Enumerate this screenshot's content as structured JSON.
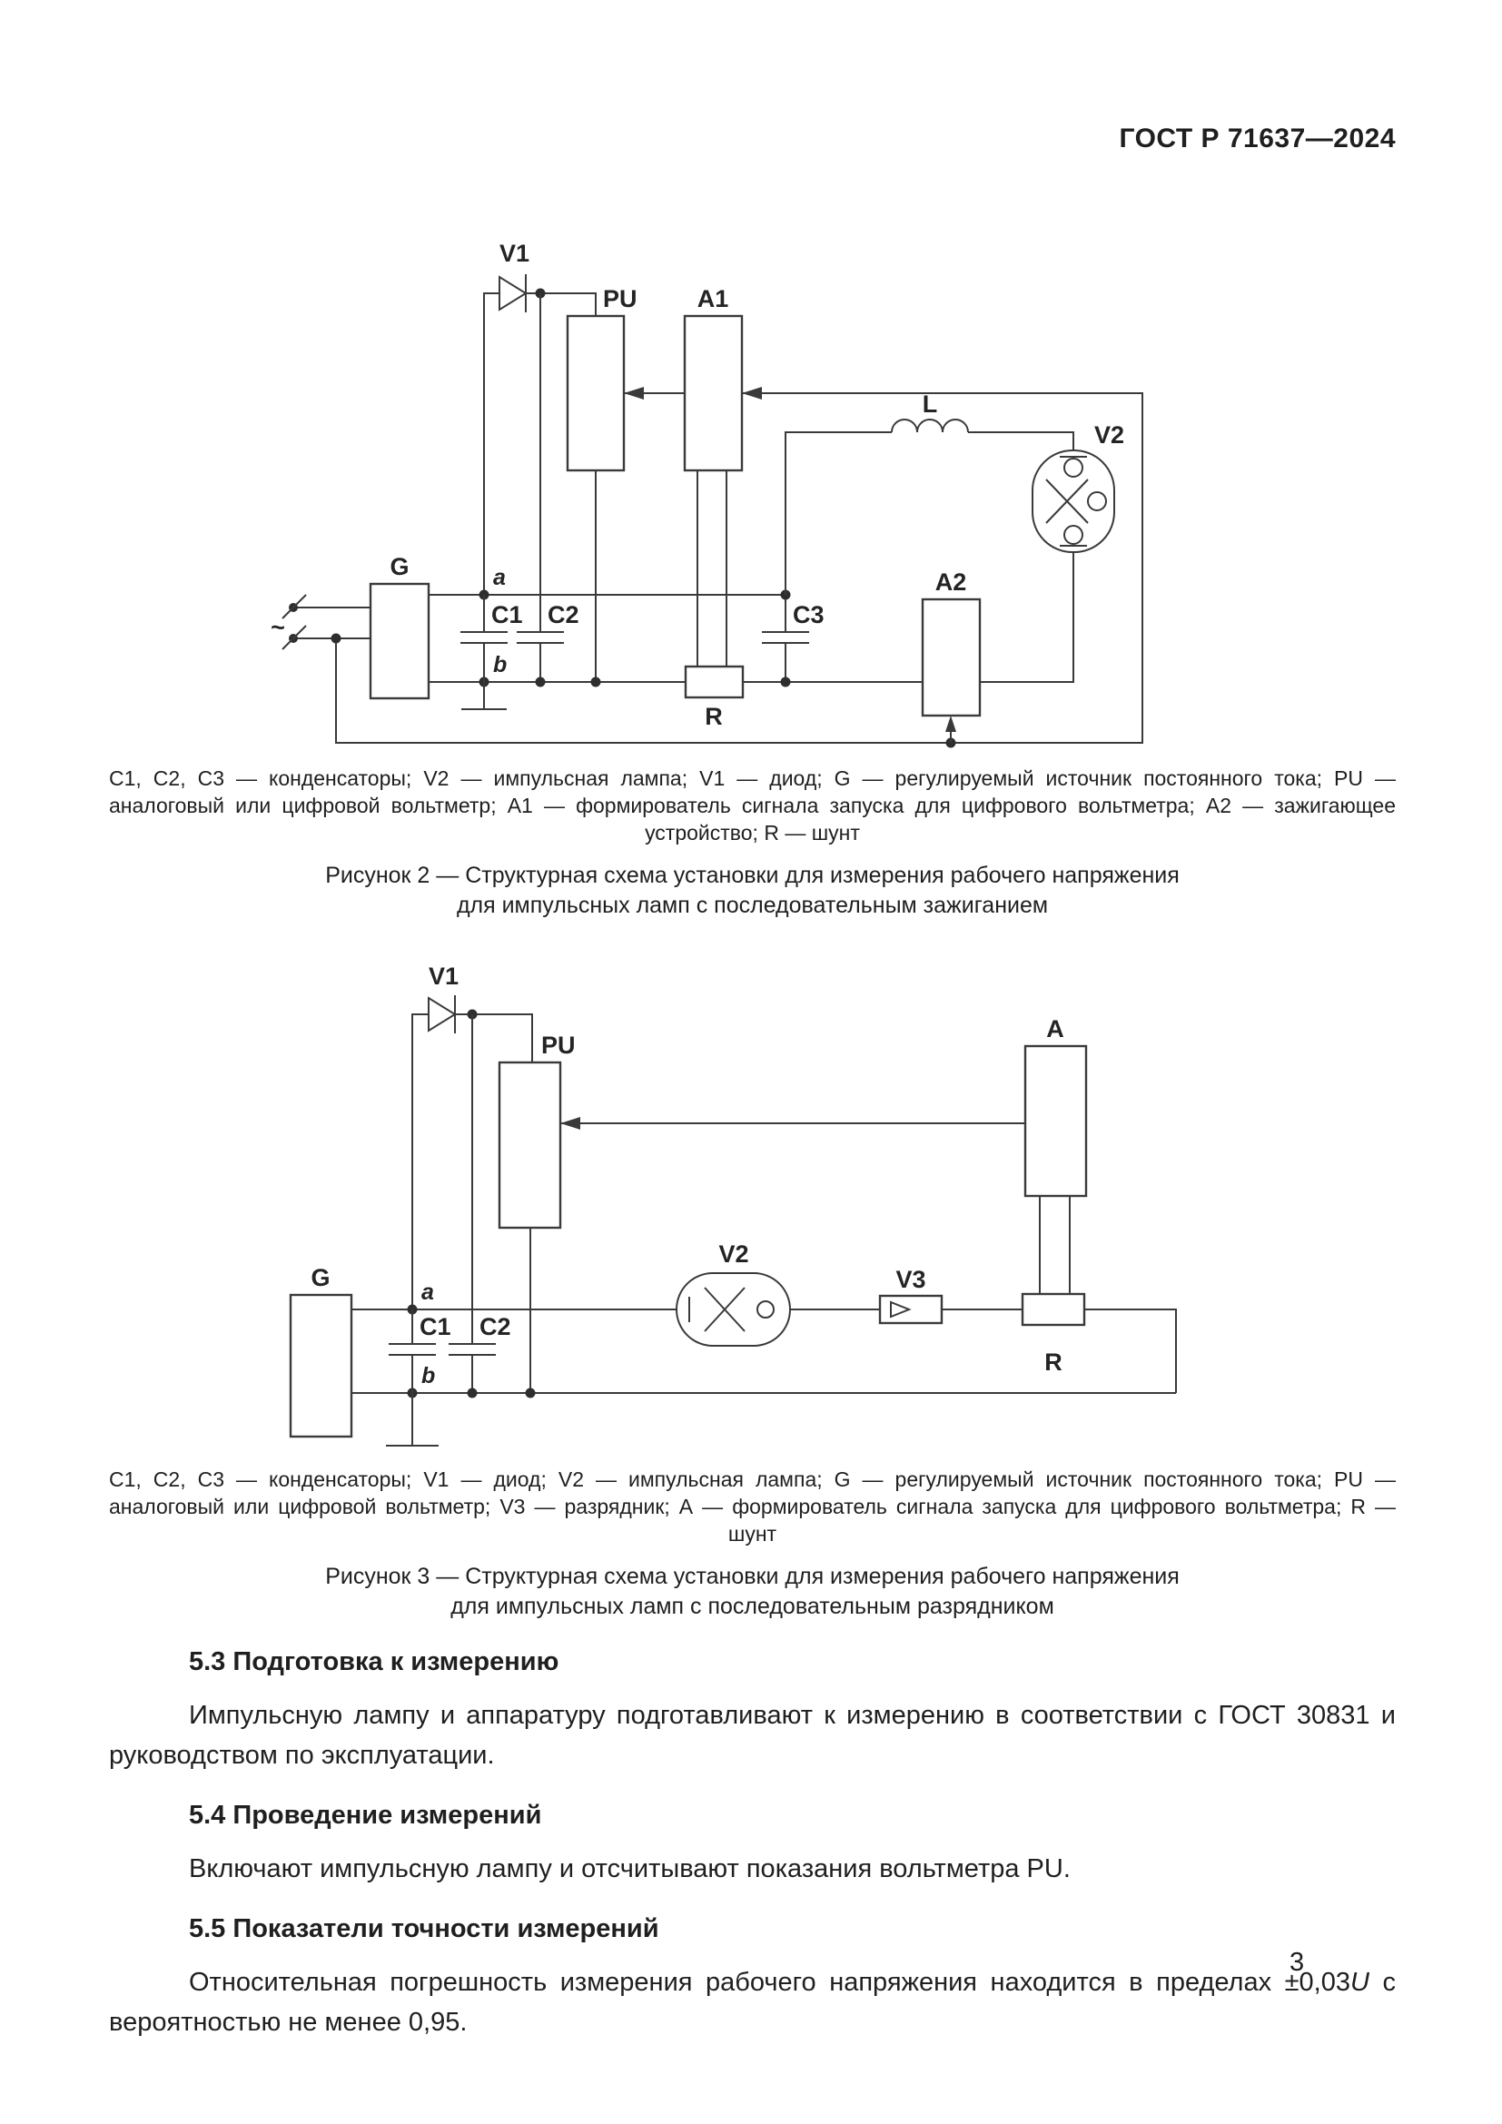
{
  "header": {
    "doc_number": "ГОСТ Р 71637—2024"
  },
  "figure2": {
    "labels": {
      "v1": "V1",
      "pu": "PU",
      "a1": "A1",
      "l": "L",
      "v2": "V2",
      "g": "G",
      "c1": "C1",
      "c2": "C2",
      "c3": "C3",
      "a2": "A2",
      "r": "R",
      "node_a": "a",
      "node_b": "b",
      "ac": "~"
    },
    "caption": "С1, С2, С3 — конденсаторы; V2 — импульсная лампа; V1 — диод; G — регулируемый источник постоянного тока; PU — аналоговый или цифровой вольтметр; А1 — формирователь сигнала запуска для цифрового вольтметра; А2 — зажигающее устройство; R — шунт",
    "title_line1": "Рисунок 2 — Структурная схема установки для измерения рабочего напряжения",
    "title_line2": "для импульсных ламп с последовательным зажиганием"
  },
  "figure3": {
    "labels": {
      "v1": "V1",
      "pu": "PU",
      "a": "A",
      "v2": "V2",
      "v3": "V3",
      "g": "G",
      "c1": "C1",
      "c2": "C2",
      "r": "R",
      "node_a": "a",
      "node_b": "b"
    },
    "caption": "С1, С2, С3 — конденсаторы; V1 — диод; V2 — импульсная лампа; G — регулируемый источник постоянного тока; PU — аналоговый или цифровой вольтметр; V3 — разрядник; А — формирователь сигнала запуска для цифрового вольтметра; R — шунт",
    "title_line1": "Рисунок 3 — Структурная схема установки для измерения рабочего напряжения",
    "title_line2": "для импульсных ламп с последовательным разрядником"
  },
  "sections": [
    {
      "heading": "5.3 Подготовка к измерению",
      "paragraph": "Импульсную лампу и аппаратуру подготавливают к измерению в соответствии с ГОСТ 30831 и руководством по эксплуатации."
    },
    {
      "heading": "5.4 Проведение измерений",
      "paragraph": "Включают импульсную лампу и отсчитывают показания вольтметра PU."
    },
    {
      "heading": "5.5 Показатели точности измерений",
      "accuracy": {
        "before": "Относительная погрешность измерения рабочего напряжения находится в пределах ±0,03",
        "italic": "U",
        "after": " с вероятностью не менее 0,95."
      }
    }
  ],
  "page_number": "3"
}
